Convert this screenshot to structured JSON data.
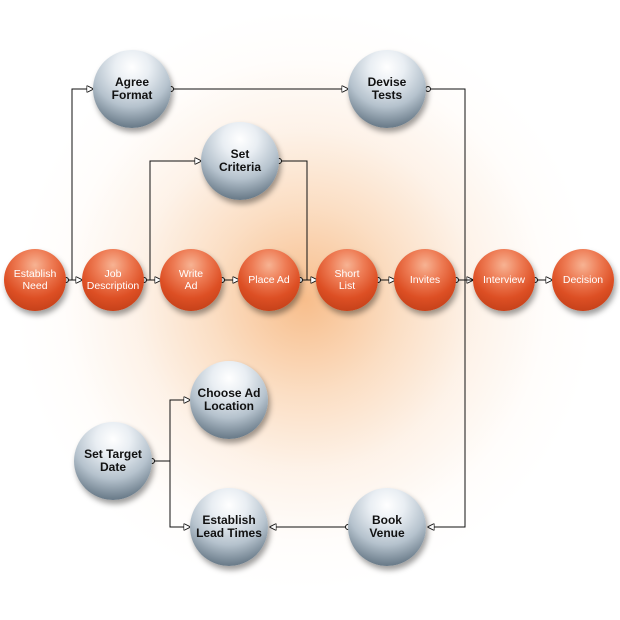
{
  "colors": {
    "process_node": "#dd4f24",
    "task_node": "#b5c2cd",
    "glow": "#f7ba85",
    "connector": "#111111"
  },
  "nodes": {
    "establish_need": "Establish\nNeed",
    "job_description": "Job\nDescription",
    "write_ad": "Write\nAd",
    "place_ad": "Place Ad",
    "short_list": "Short\nList",
    "invites": "Invites",
    "interview": "Interview",
    "decision": "Decision",
    "agree_format": "Agree\nFormat",
    "devise_tests": "Devise\nTests",
    "set_criteria": "Set\nCriteria",
    "choose_ad_location": "Choose Ad\nLocation",
    "set_target_date": "Set Target\nDate",
    "establish_lead_times": "Establish\nLead Times",
    "book_venue": "Book\nVenue"
  },
  "connections": [
    [
      "establish_need",
      "job_description"
    ],
    [
      "establish_need",
      "agree_format"
    ],
    [
      "job_description",
      "write_ad"
    ],
    [
      "job_description",
      "set_criteria"
    ],
    [
      "write_ad",
      "place_ad"
    ],
    [
      "place_ad",
      "short_list"
    ],
    [
      "set_criteria",
      "short_list"
    ],
    [
      "short_list",
      "invites"
    ],
    [
      "invites",
      "interview"
    ],
    [
      "interview",
      "decision"
    ],
    [
      "agree_format",
      "devise_tests"
    ],
    [
      "devise_tests",
      "interview"
    ],
    [
      "set_target_date",
      "choose_ad_location"
    ],
    [
      "set_target_date",
      "establish_lead_times"
    ],
    [
      "book_venue",
      "establish_lead_times"
    ],
    [
      "devise_tests",
      "book_venue"
    ]
  ]
}
